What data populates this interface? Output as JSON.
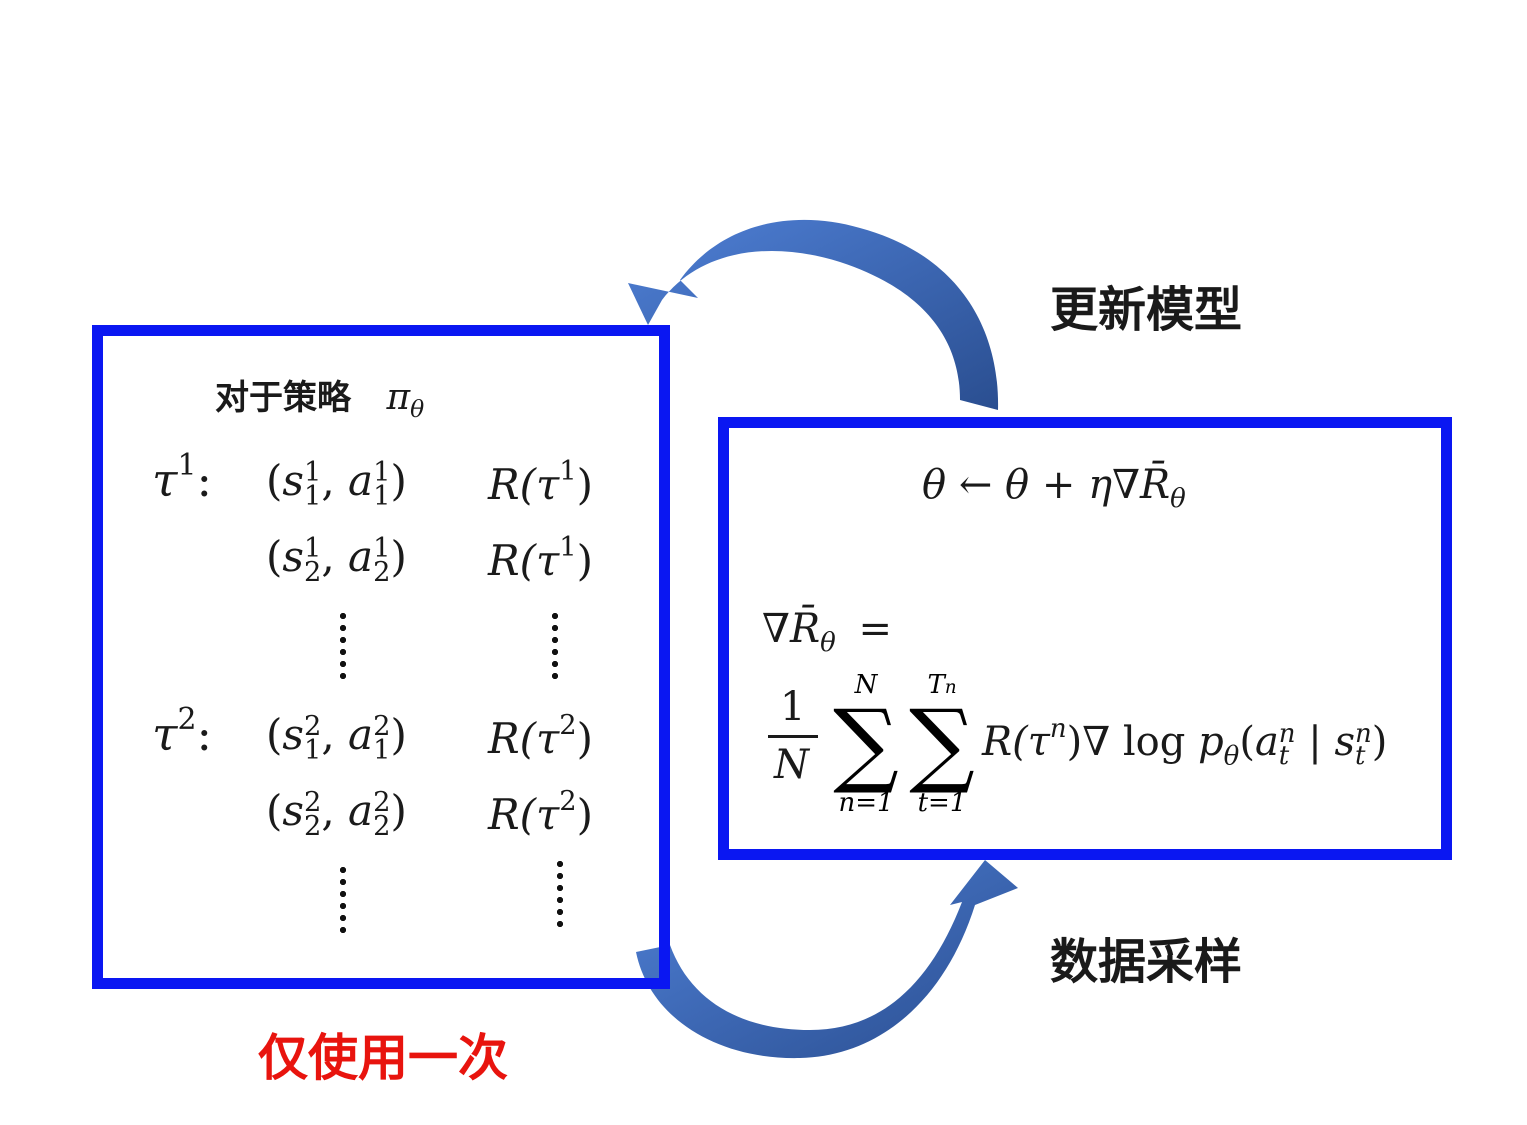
{
  "labels": {
    "update_model": "更新模型",
    "data_sampling": "数据采样",
    "use_once": "仅使用一次",
    "for_policy": "对于策略"
  },
  "colors": {
    "box_border": "#0a17f2",
    "arrow_fill": "#3f6fc4",
    "arrow_dark": "#2b5196",
    "highlight_text": "#e8140e"
  },
  "left_box": {
    "policy_symbol": "π",
    "policy_subscript": "θ",
    "trajectories": [
      {
        "tau": "τ",
        "tau_index": "1",
        "colon": ":",
        "rows": [
          {
            "state": "s",
            "action": "a",
            "step": "1",
            "traj": "1",
            "reward": "R(τ",
            "reward_sup": "1",
            "reward_close": ")"
          },
          {
            "state": "s",
            "action": "a",
            "step": "2",
            "traj": "1",
            "reward": "R(τ",
            "reward_sup": "1",
            "reward_close": ")"
          }
        ]
      },
      {
        "tau": "τ",
        "tau_index": "2",
        "colon": ":",
        "rows": [
          {
            "state": "s",
            "action": "a",
            "step": "1",
            "traj": "2",
            "reward": "R(τ",
            "reward_sup": "2",
            "reward_close": ")"
          },
          {
            "state": "s",
            "action": "a",
            "step": "2",
            "traj": "2",
            "reward": "R(τ",
            "reward_sup": "2",
            "reward_close": ")"
          }
        ]
      }
    ]
  },
  "right_box": {
    "update_rule": {
      "lhs": "θ",
      "arrow": "←",
      "rhs_theta": "θ",
      "plus": "+",
      "eta": "η",
      "nabla": "∇",
      "R": "R̄",
      "sub": "θ"
    },
    "gradient": {
      "lhs_nabla": "∇",
      "lhs_R": "R̄",
      "lhs_sub": "θ",
      "equals": "=",
      "frac_num": "1",
      "frac_den": "N",
      "sum1_upper": "N",
      "sum1_lower": "n=1",
      "sum2_upper": "T",
      "sum2_upper_sub": "n",
      "sum2_lower": "t=1",
      "sigma": "∑",
      "term_R": "R(τ",
      "term_R_sup": "n",
      "term_R_close": ")",
      "term_nabla_log": "∇ log",
      "term_p": "p",
      "term_p_sub": "θ",
      "term_open": "(",
      "term_a": "a",
      "term_a_sup": "n",
      "term_a_sub": "t",
      "term_bar": "|",
      "term_s": "s",
      "term_s_sup": "n",
      "term_s_sub": "t",
      "term_close": ")"
    }
  }
}
